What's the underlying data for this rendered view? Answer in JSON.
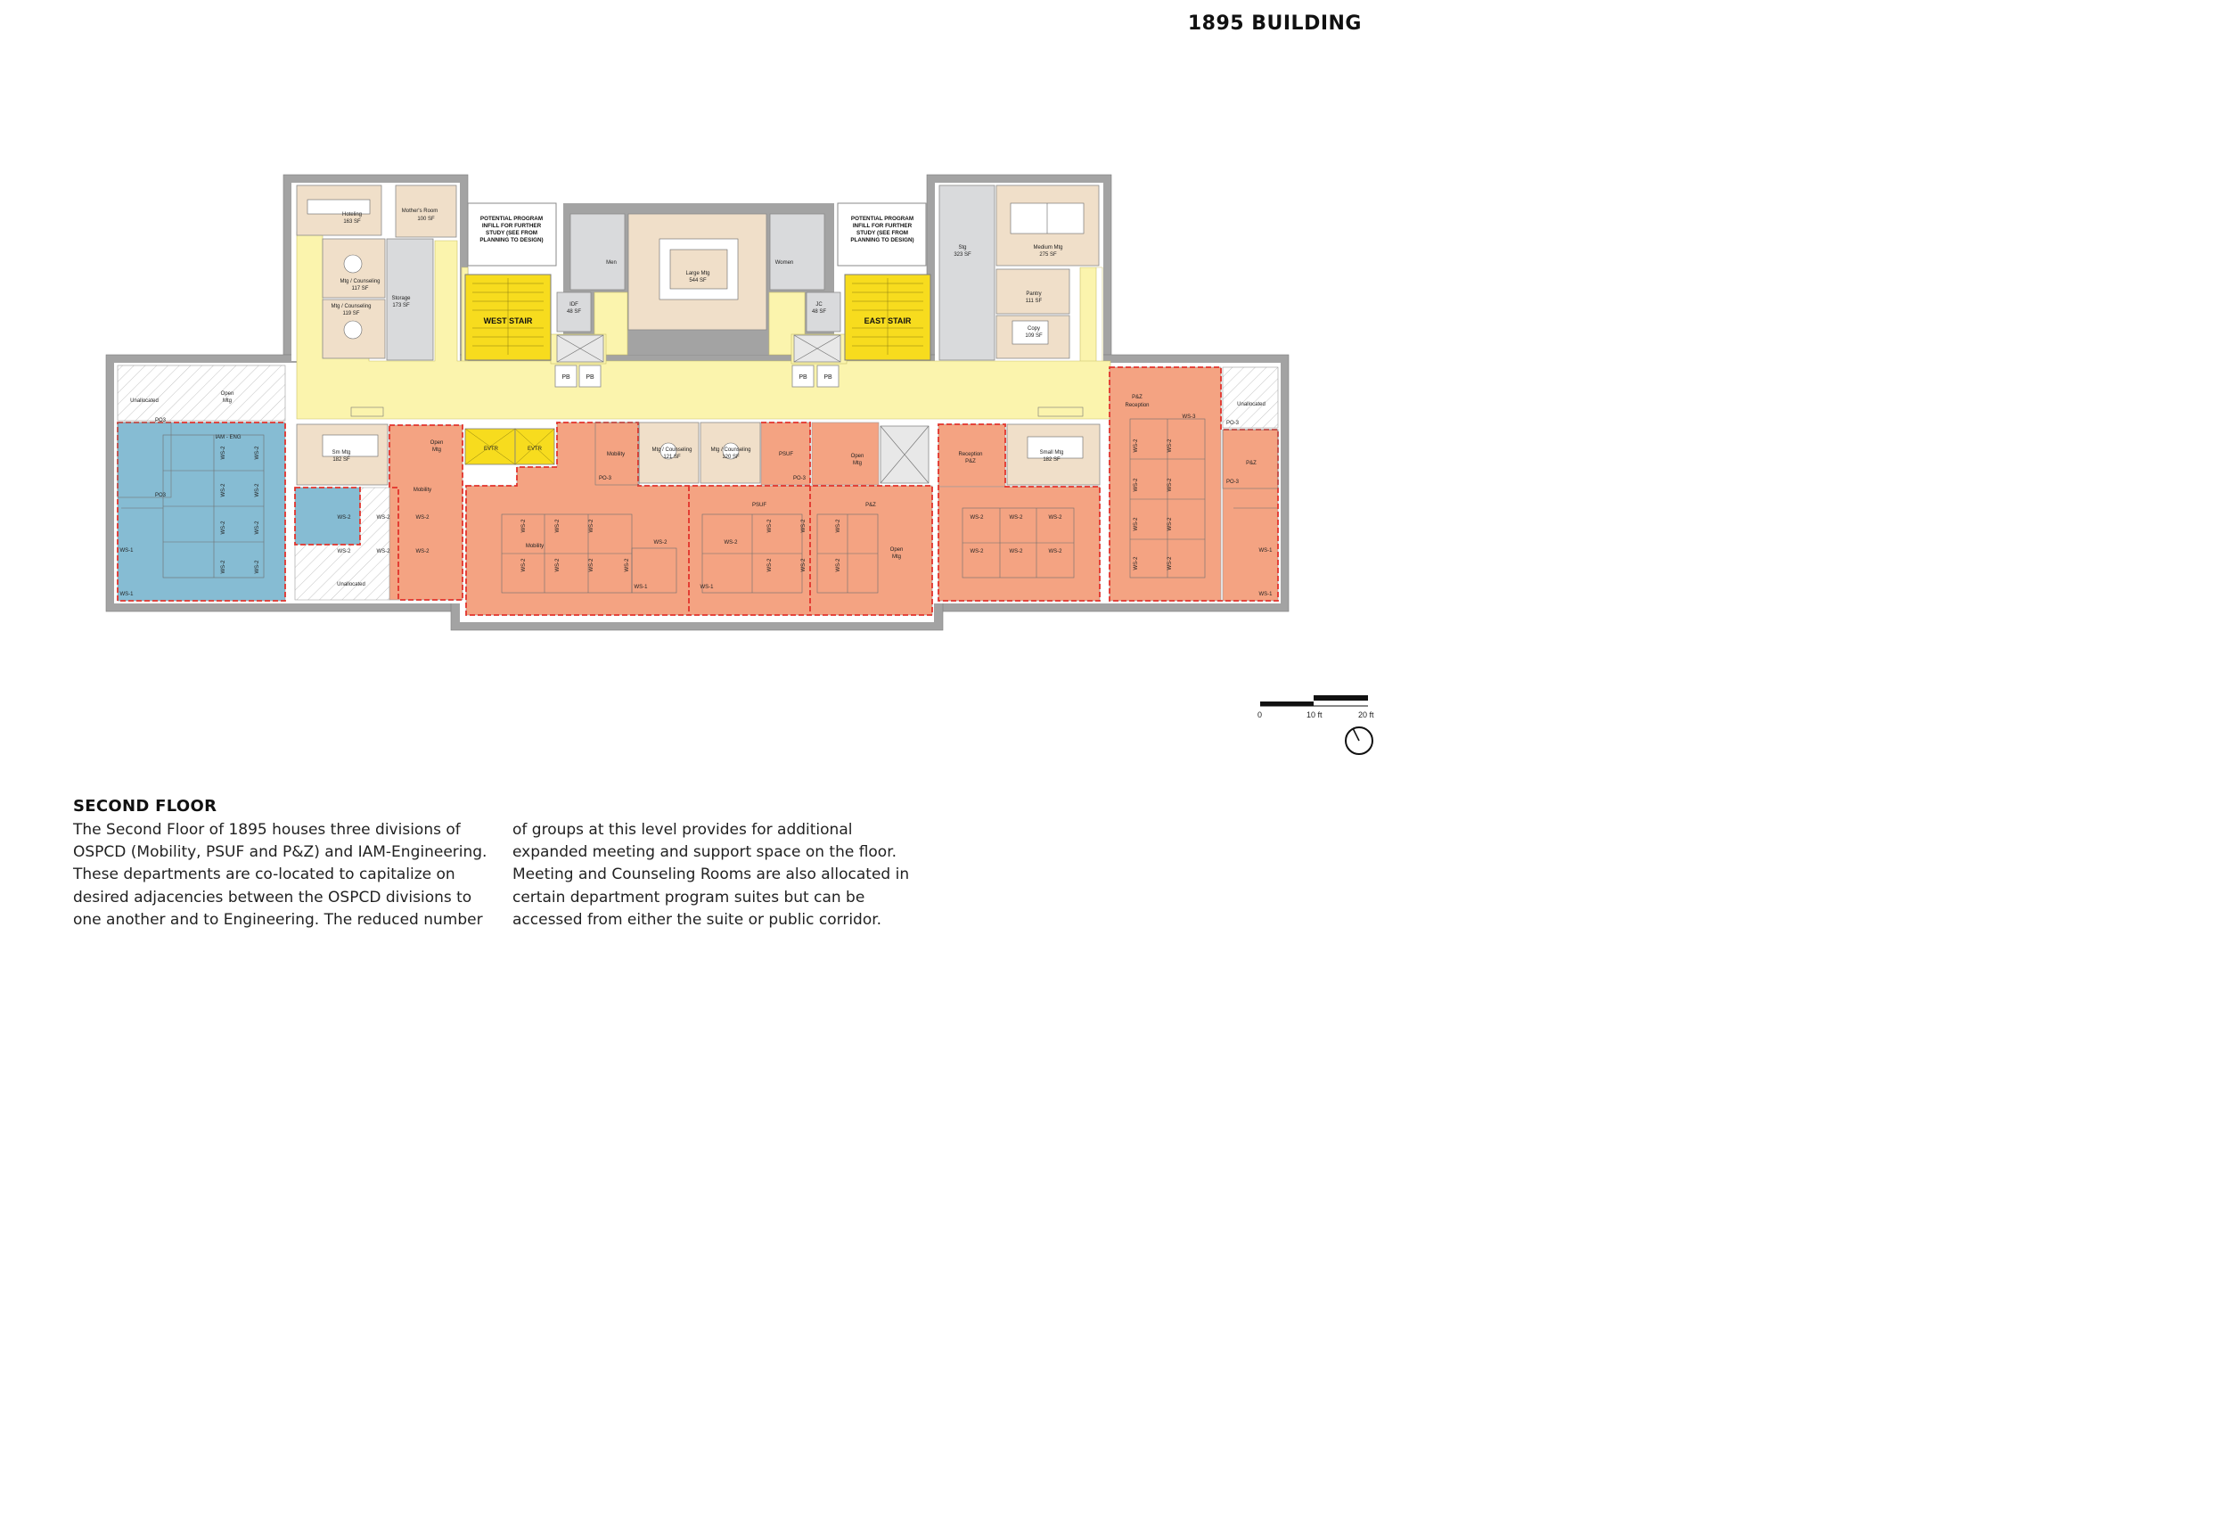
{
  "header": {
    "title": "1895 BUILDING"
  },
  "plan": {
    "notes": {
      "left": [
        "POTENTIAL PROGRAM",
        "INFILL FOR FURTHER",
        "STUDY (SEE FROM",
        "PLANNING TO DESIGN)"
      ],
      "right": [
        "POTENTIAL PROGRAM",
        "INFILL FOR FURTHER",
        "STUDY (SEE FROM",
        "PLANNING TO DESIGN)"
      ]
    },
    "stairs": {
      "west": "WEST STAIR",
      "east": "EAST STAIR"
    },
    "rooms": {
      "hoteling": [
        "Hoteling",
        "163 SF"
      ],
      "mothers_room": [
        "Mother's Room",
        "100 SF"
      ],
      "mtg_counseling_1": [
        "Mtg / Counseling",
        "117 SF"
      ],
      "mtg_counseling_2": [
        "Mtg / Counseling",
        "119 SF"
      ],
      "storage": [
        "Storage",
        "173 SF"
      ],
      "idf": [
        "IDF",
        "48 SF"
      ],
      "men": "Men",
      "large_mtg": [
        "Large Mtg",
        "544 SF"
      ],
      "women": "Women",
      "jc": [
        "JC",
        "48 SF"
      ],
      "stg": [
        "Stg",
        "323 SF"
      ],
      "medium_mtg": [
        "Medium Mtg",
        "275 SF"
      ],
      "pantry": [
        "Pantry",
        "111 SF"
      ],
      "copy": [
        "Copy",
        "109 SF"
      ],
      "unallocated_w": "Unallocated",
      "open_mtg_w": [
        "Open",
        "Mtg"
      ],
      "po3_w": "PO3",
      "iam_eng": "IAM - ENG",
      "po3_iam": "PO3",
      "sm_mtg": [
        "Sm Mtg",
        "182 SF"
      ],
      "open_mtg_mob": [
        "Open",
        "Mtg"
      ],
      "mobility_col": "Mobility",
      "evtr_1": "EVTR",
      "evtr_2": "EVTR",
      "mobility_office": "Mobility",
      "po3_mob": "PO-3",
      "mtg_counseling_3": [
        "Mtg / Counseling",
        "121 SF"
      ],
      "mtg_counseling_4": [
        "Mtg / Counseling",
        "120 SF"
      ],
      "psuf_office": "PSUF",
      "po3_psuf": "PO-3",
      "open_mtg_pz": [
        "Open",
        "Mtg"
      ],
      "reception_pz": [
        "Reception",
        "P&Z"
      ],
      "small_mtg": [
        "Small Mtg",
        "182 SF"
      ],
      "pz_reception": [
        "P&Z",
        "Reception"
      ],
      "unallocated_e": "Unallocated",
      "po3_e1": "PO-3",
      "pz_office": "P&Z",
      "po3_e2": "PO-3",
      "unallocated_s": "Unallocated",
      "mobility_main": "Mobility",
      "psuf_main": "PSUF",
      "pz_main": "P&Z",
      "open_mtg_pz2": [
        "Open",
        "Mtg"
      ],
      "pb": "PB",
      "ws1": "WS-1",
      "ws2": "WS-2",
      "ws3": "WS-3"
    }
  },
  "scale": {
    "labels": [
      "0",
      "10 ft",
      "20 ft"
    ]
  },
  "caption": {
    "heading": "SECOND FLOOR",
    "column_1": "The Second Floor of 1895 houses three divisions of OSPCD (Mobility, PSUF and P&Z) and IAM-Engineering. These departments are co-located to capitalize on desired adjacencies between the OSPCD divisions to one another and to Engineering. The reduced number",
    "column_2": "of groups at this level provides for additional expanded meeting and support space on the floor.  Meeting and Counseling Rooms are also allocated in certain department program suites but can be accessed from either the suite or public corridor."
  },
  "colors": {
    "iam_engineering": "#86bcd3",
    "ospcd": "#f4a382",
    "circulation": "#fbf4ad",
    "stairs": "#f7dc1e",
    "meeting": "#f0dfc9",
    "support": "#d9dadc",
    "wall": "#a3a3a3",
    "department_boundary": "#e1332c"
  }
}
